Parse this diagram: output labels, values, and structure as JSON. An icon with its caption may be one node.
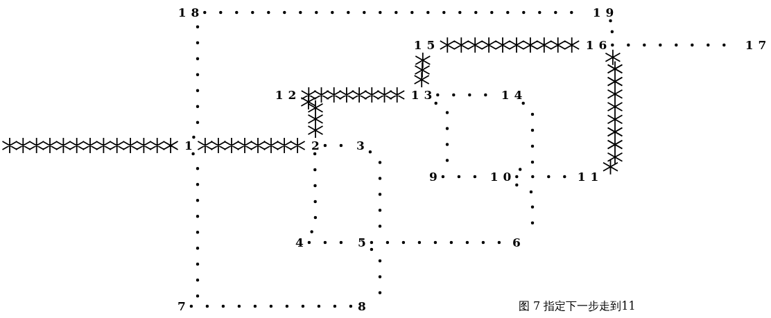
{
  "diagram": {
    "caption": "图 7 指定下一步走到11",
    "nodes": [
      {
        "text": [
          "1"
        ]
      },
      {
        "text": [
          "2"
        ]
      },
      {
        "text": [
          "3"
        ]
      },
      {
        "text": [
          "4"
        ]
      },
      {
        "text": [
          "5"
        ]
      },
      {
        "text": [
          "6"
        ]
      },
      {
        "text": [
          "7"
        ]
      },
      {
        "text": [
          "8"
        ]
      },
      {
        "text": [
          "9"
        ]
      },
      {
        "text": [
          "10"
        ]
      },
      {
        "text": [
          "11"
        ]
      },
      {
        "text": [
          "12"
        ]
      },
      {
        "text": [
          "13"
        ]
      },
      {
        "text": [
          "14"
        ]
      },
      {
        "text": [
          "15"
        ]
      },
      {
        "text": [
          "16"
        ]
      },
      {
        "text": [
          "17"
        ]
      },
      {
        "text": [
          "18"
        ]
      },
      {
        "text": [
          "19"
        ]
      }
    ],
    "edges": [
      {
        "from": null,
        "to": 0,
        "arrow": "none"
      },
      {
        "from": 0,
        "to": 1,
        "arrow": "none"
      },
      {
        "from": 1,
        "to": 11,
        "arrow": "none"
      },
      {
        "from": 11,
        "to": 12,
        "arrow": "none"
      },
      {
        "from": 12,
        "to": 14,
        "arrow": "none"
      },
      {
        "from": 14,
        "to": 15,
        "arrow": "none"
      },
      {
        "from": 15,
        "to": 10,
        "arrow": "none"
      },
      {
        "from": 1,
        "to": 2,
        "arrow": "none",
        "style": "dashed"
      },
      {
        "from": 1,
        "to": 3,
        "arrow": "none",
        "style": "dashed"
      },
      {
        "from": 2,
        "to": 4,
        "arrow": "none",
        "style": "dashed"
      },
      {
        "from": 3,
        "to": 4,
        "arrow": "none",
        "style": "dashed"
      },
      {
        "from": 4,
        "to": 7,
        "arrow": "none",
        "style": "dashed"
      },
      {
        "from": 4,
        "to": 5,
        "arrow": "none",
        "style": "dashed"
      },
      {
        "from": 6,
        "to": 7,
        "arrow": "none",
        "style": "dashed"
      },
      {
        "from": 0,
        "to": 6,
        "arrow": "none",
        "style": "dashed"
      },
      {
        "from": 0,
        "to": 17,
        "arrow": "none",
        "style": "dashed"
      },
      {
        "from": 17,
        "to": 18,
        "arrow": "none",
        "style": "dashed"
      },
      {
        "from": 18,
        "to": 15,
        "arrow": "none",
        "style": "dashed"
      },
      {
        "from": 15,
        "to": 16,
        "arrow": "none",
        "style": "dashed"
      },
      {
        "from": 12,
        "to": 13,
        "arrow": "none",
        "style": "dashed"
      },
      {
        "from": 12,
        "to": 8,
        "arrow": "none",
        "style": "dashed"
      },
      {
        "from": 13,
        "to": 9,
        "arrow": "none",
        "style": "dashed"
      },
      {
        "from": 8,
        "to": 9,
        "arrow": "none",
        "style": "dashed"
      },
      {
        "from": 9,
        "to": 10,
        "arrow": "none",
        "style": "dashed"
      },
      {
        "from": 9,
        "to": 5,
        "arrow": "none",
        "style": "dashed"
      }
    ]
  }
}
